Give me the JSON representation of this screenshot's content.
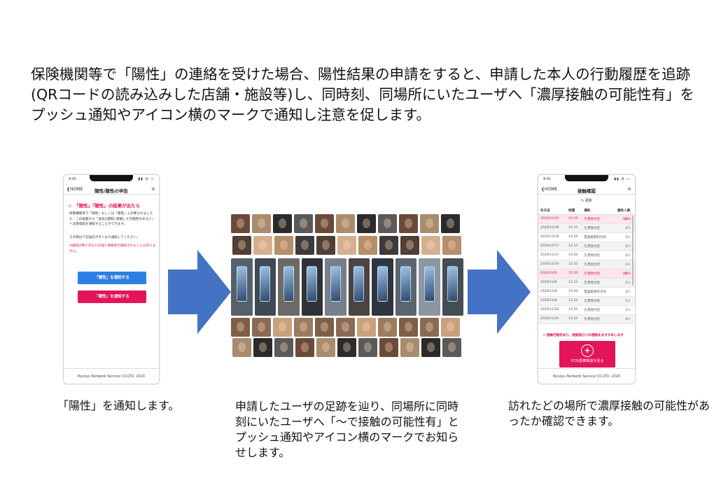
{
  "intro_text": "保険機関等で「陽性」の連絡を受けた場合、陽性結果の申請をすると、申請した本人の行動履歴を追跡(QRコードの読み込みした店舗・施設等)し、同時刻、同場所にいたユーザへ「濃厚接触の可能性有」をプッシュ通知やアイコン横のマークで通知し注意を促します。",
  "left_phone": {
    "time": "9:41",
    "back_label": "HOME",
    "title": "陽性/陽性の申告",
    "warning_title": "「陽性」「陽性」の結果が出たら",
    "description": "保険機関等で「陽性」もしくは「陽性」と診断されましたら、この画面から「過去2週間に接触した可能性のある人」へ注意喚起を通知することができます。",
    "instruction": "その際は下記送信ボタンより通知してください。",
    "note": "※通知の際にあなたの個人情報等が通知されることはありません。",
    "btn_blue": "「陽性」を通知する",
    "btn_red": "「陽性」を通知する",
    "footer": "Ryukyu Network Service CO.LTD. 2020"
  },
  "right_phone": {
    "time": "9:41",
    "back_label": "HOME",
    "title": "接触確認",
    "refresh_label": "更新",
    "headers": [
      "年月日",
      "時間",
      "場所",
      "陽性人数"
    ],
    "rows": [
      {
        "date": "2020/12/20",
        "time": "10:20",
        "place": "久茂地付近",
        "count": "10人",
        "hit": true
      },
      {
        "date": "2020/12/19",
        "time": "12:33",
        "place": "久茂地付近",
        "count": "0人",
        "hit": false
      },
      {
        "date": "2020/12/18",
        "time": "10:20",
        "place": "首里桃原町付近",
        "count": "0人",
        "hit": false
      },
      {
        "date": "2020/12/17",
        "time": "12:33",
        "place": "久茂地付近",
        "count": "0人",
        "hit": false
      },
      {
        "date": "2020/12/11",
        "time": "10:20",
        "place": "久茂地付近",
        "count": "0人",
        "hit": false
      },
      {
        "date": "2020/12/10",
        "time": "12:33",
        "place": "久茂地付近",
        "count": "0人",
        "hit": false
      },
      {
        "date": "2020/12/9",
        "time": "10:20",
        "place": "久茂地付近",
        "count": "10人",
        "hit": true
      },
      {
        "date": "2020/12/8",
        "time": "12:33",
        "place": "久茂地付近",
        "count": "0人",
        "hit": false
      },
      {
        "date": "2020/12/8",
        "time": "10:20",
        "place": "首里桃原町付近",
        "count": "0人",
        "hit": false
      },
      {
        "date": "2020/12/8",
        "time": "12:33",
        "place": "久茂地付近",
        "count": "0人",
        "hit": false
      },
      {
        "date": "2020/12/20",
        "time": "10:20",
        "place": "久茂地付近",
        "count": "0人",
        "hit": false
      },
      {
        "date": "2020/12/20",
        "time": "12:33",
        "place": "久茂地付近",
        "count": "0人",
        "hit": false
      }
    ],
    "advice": "接触可能性あり。相談窓口への連絡をおすすめします",
    "pcr_label": "PCR/医療相談を見る",
    "footer": "Ryukyu Network Service CO.LTD. 2020"
  },
  "captions": {
    "left": "「陽性」を通知します。",
    "middle": "申請したユーザの足跡を辿り、同場所に同時刻にいたユーザへ「～で接触の可能性有」とプッシュ通知やアイコン横のマークでお知らせします。",
    "right": "訪れたどの場所で濃厚接触の可能性があったか確認できます。"
  },
  "colors": {
    "accent_red": "#e3145a",
    "accent_blue": "#2f7ee3",
    "arrow_blue": "#4472c4"
  }
}
